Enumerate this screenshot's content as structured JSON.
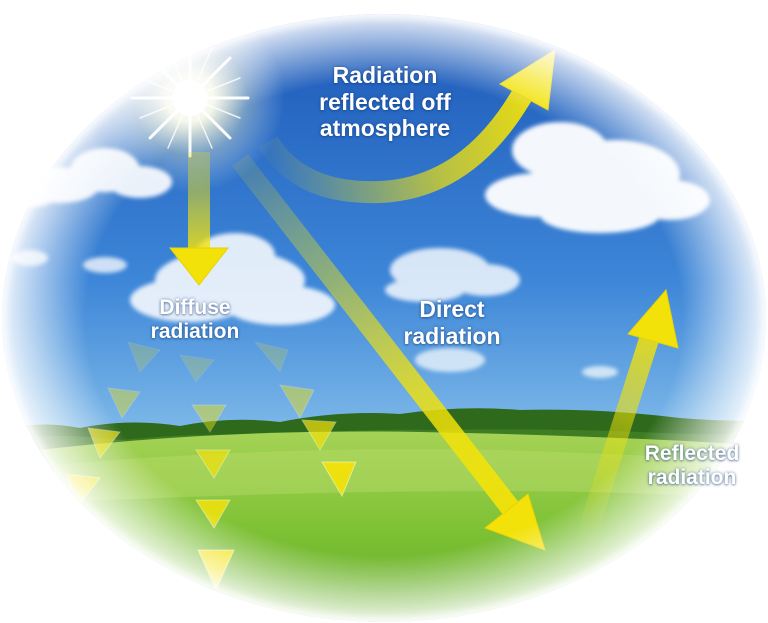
{
  "labels": {
    "reflected_atmosphere": [
      "Radiation",
      "reflected off",
      "atmosphere"
    ],
    "diffuse": [
      "Diffuse",
      "radiation"
    ],
    "direct": [
      "Direct",
      "radiation"
    ],
    "reflected": [
      "Reflected",
      "radiation"
    ]
  },
  "colors": {
    "sky_top": "#1a55b5",
    "sky_mid": "#3d86d8",
    "sky_horizon": "#bfe0f5",
    "grass_far": "#8cc63f",
    "grass_near": "#6fb82b",
    "trees": "#2f6a1c",
    "arrow_yellow": "#f2e20a",
    "sun": "#fffbe0"
  },
  "icons": {
    "sun": "sun-icon",
    "arrows": [
      "reflected-off-atmosphere-arrow",
      "direct-radiation-arrow",
      "diffuse-radiation-arrow",
      "reflected-radiation-arrow"
    ]
  }
}
